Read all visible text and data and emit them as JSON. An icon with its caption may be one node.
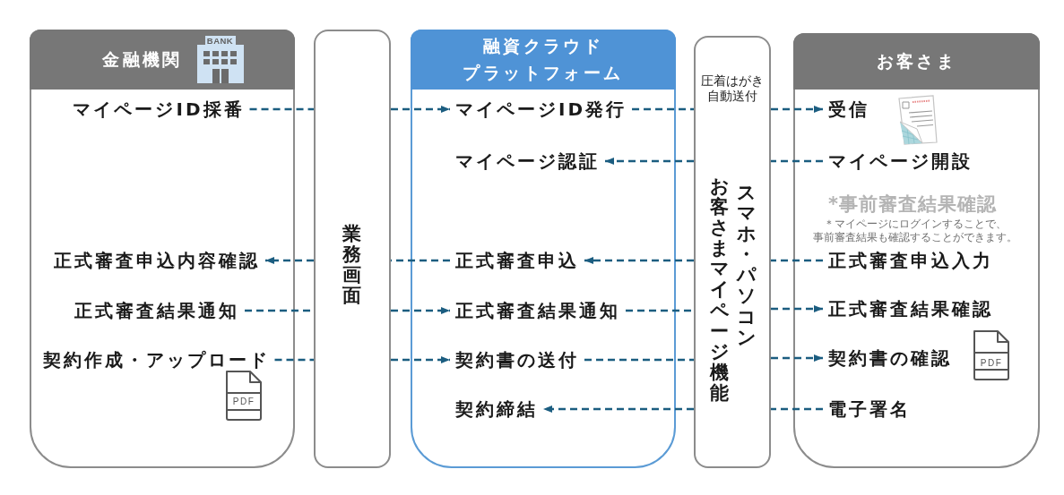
{
  "diagram": {
    "nodes": [
      {
        "text": [
          "金融機関"
        ]
      },
      {
        "text": [
          "マイページID採番"
        ],
        "in": 0
      },
      {
        "text": [
          "正式審査申込内容確認"
        ],
        "in": 0
      },
      {
        "text": [
          "正式審査結果通知"
        ],
        "in": 0
      },
      {
        "text": [
          "契約作成・アップロード"
        ],
        "in": 0
      },
      {
        "text": [
          "業務画面"
        ]
      },
      {
        "text": [
          "融資クラウドプラットフォーム"
        ]
      },
      {
        "text": [
          "マイページID発行"
        ],
        "in": 6
      },
      {
        "text": [
          "マイページ認証"
        ],
        "in": 6
      },
      {
        "text": [
          "正式審査申込"
        ],
        "in": 6
      },
      {
        "text": [
          "正式審査結果通知"
        ],
        "in": 6
      },
      {
        "text": [
          "契約書の送付"
        ],
        "in": 6
      },
      {
        "text": [
          "契約締結"
        ],
        "in": 6
      },
      {
        "text": [
          "圧着はがき自動送付",
          "お客さまマイページ機能",
          "スマホ・パソコン"
        ]
      },
      {
        "text": [
          "お客さま"
        ]
      },
      {
        "text": [
          "受信"
        ],
        "in": 14
      },
      {
        "text": [
          "マイページ開設"
        ],
        "in": 14
      },
      {
        "text": [
          "正式審査申込入力"
        ],
        "in": 14
      },
      {
        "text": [
          "正式審査結果確認"
        ],
        "in": 14
      },
      {
        "text": [
          "契約書の確認"
        ],
        "in": 14
      },
      {
        "text": [
          "電子署名"
        ],
        "in": 14
      }
    ],
    "edges": [
      {
        "from": 1,
        "to": 5,
        "arrow": "none",
        "style": "dashed"
      },
      {
        "from": 5,
        "to": 7,
        "arrow": "to",
        "style": "dashed"
      },
      {
        "from": 7,
        "to": 13,
        "arrow": "none",
        "style": "dashed"
      },
      {
        "from": 13,
        "to": 15,
        "arrow": "to",
        "style": "dashed"
      },
      {
        "from": 16,
        "to": 13,
        "arrow": "none",
        "style": "dashed"
      },
      {
        "from": 13,
        "to": 8,
        "arrow": "to",
        "style": "dashed"
      },
      {
        "from": 9,
        "to": 5,
        "arrow": "none",
        "style": "dashed"
      },
      {
        "from": 5,
        "to": 2,
        "arrow": "to",
        "style": "dashed"
      },
      {
        "from": 17,
        "to": 13,
        "arrow": "none",
        "style": "dashed"
      },
      {
        "from": 13,
        "to": 9,
        "arrow": "to",
        "style": "dashed"
      },
      {
        "from": 3,
        "to": 5,
        "arrow": "none",
        "style": "dashed"
      },
      {
        "from": 5,
        "to": 10,
        "arrow": "to",
        "style": "dashed"
      },
      {
        "from": 10,
        "to": 13,
        "arrow": "none",
        "style": "dashed"
      },
      {
        "from": 13,
        "to": 18,
        "arrow": "to",
        "style": "dashed"
      },
      {
        "from": 4,
        "to": 5,
        "arrow": "none",
        "style": "dashed"
      },
      {
        "from": 5,
        "to": 11,
        "arrow": "to",
        "style": "dashed"
      },
      {
        "from": 11,
        "to": 13,
        "arrow": "none",
        "style": "dashed"
      },
      {
        "from": 13,
        "to": 19,
        "arrow": "to",
        "style": "dashed"
      },
      {
        "from": 20,
        "to": 13,
        "arrow": "none",
        "style": "dashed"
      },
      {
        "from": 13,
        "to": 12,
        "arrow": "to",
        "style": "dashed"
      }
    ],
    "labels": [
      "BANK",
      "*事前審査結果確認",
      "＊マイページにログインすることで、事前審査結果も確認することができます。",
      "PDF",
      "PDF"
    ]
  }
}
